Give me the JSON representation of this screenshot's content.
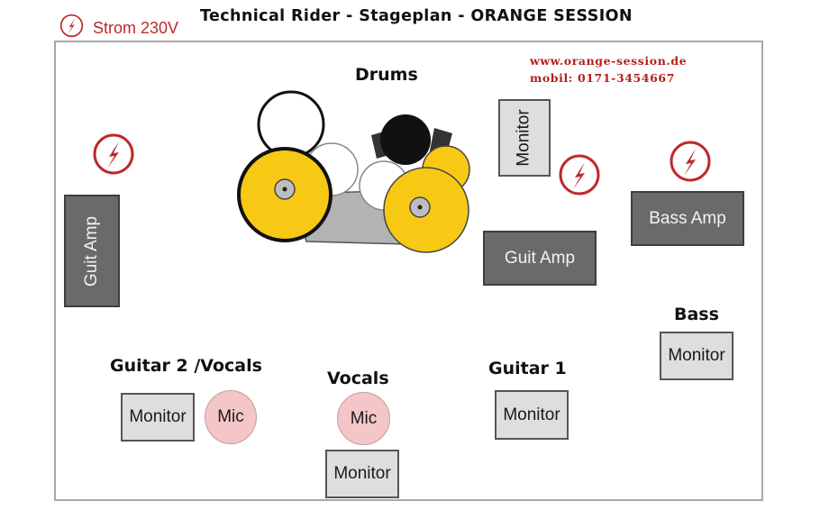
{
  "header": {
    "legend_label": "Strom 230V",
    "title": "Technical Rider - Stageplan - ORANGE SESSION"
  },
  "contact": {
    "website": "www.orange-session.de",
    "phone": "mobil: 0171-3454667"
  },
  "labels": {
    "drums": "Drums",
    "bass": "Bass",
    "guitar2_vocals": "Guitar 2 /Vocals",
    "vocals": "Vocals",
    "guitar1": "Guitar 1"
  },
  "equipment": {
    "guit_amp_left": "Guit Amp",
    "guit_amp_center": "Guit Amp",
    "bass_amp": "Bass Amp",
    "monitor_drums": "Monitor",
    "monitor_bass": "Monitor",
    "monitor_guitar2": "Monitor",
    "monitor_vocals": "Monitor",
    "monitor_guitar1": "Monitor",
    "mic_guitar2": "Mic",
    "mic_vocals": "Mic"
  },
  "colors": {
    "power_red": "#c0282a",
    "cymbal_yellow": "#f7c915",
    "amp_gray": "#6a6a6a",
    "monitor_gray": "#dedede",
    "mic_pink": "#f4c6c7",
    "contact_red": "#b41e1e"
  },
  "icons": {
    "power": "power-outlet-icon"
  }
}
